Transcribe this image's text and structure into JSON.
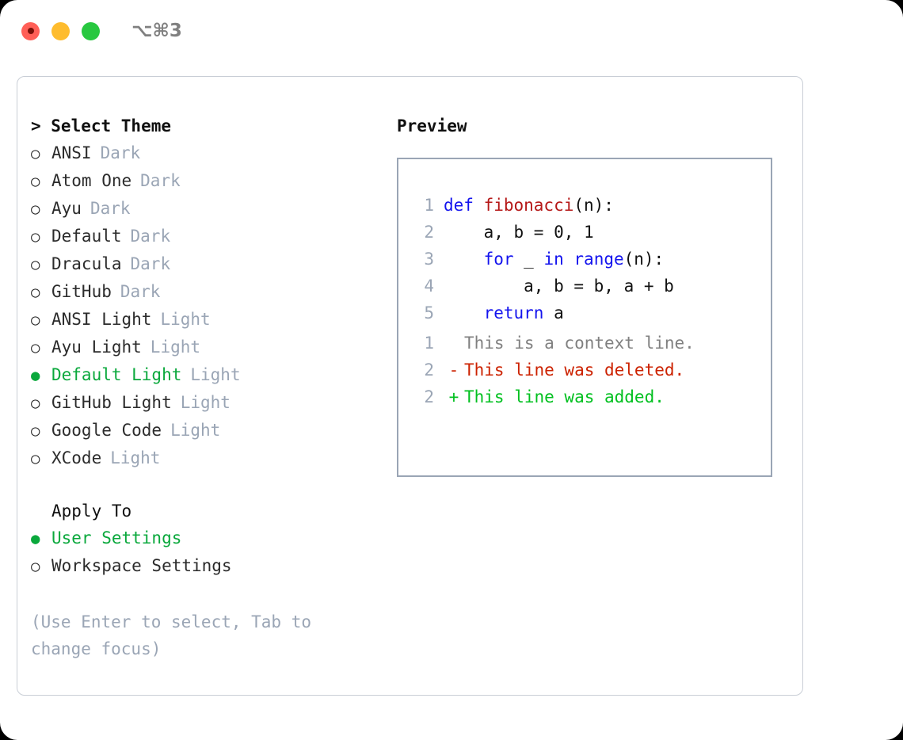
{
  "window": {
    "shortcut": "⌥⌘3",
    "traffic_lights": [
      "close",
      "minimize",
      "maximize"
    ],
    "colors": {
      "close": "#ff5f57",
      "minimize": "#febc2e",
      "maximize": "#28c840",
      "accent_green": "#0aa83c",
      "muted": "#9aa5b5",
      "keyword_blue": "#1414ee",
      "function_red": "#b51717",
      "diff_delete": "#cc2200",
      "diff_add": "#00c01f"
    }
  },
  "theme_panel": {
    "header": "> Select Theme",
    "items": [
      {
        "marker": "○",
        "label": "ANSI",
        "tag": "Dark",
        "selected": false
      },
      {
        "marker": "○",
        "label": "Atom One",
        "tag": "Dark",
        "selected": false
      },
      {
        "marker": "○",
        "label": "Ayu",
        "tag": "Dark",
        "selected": false
      },
      {
        "marker": "○",
        "label": "Default",
        "tag": "Dark",
        "selected": false
      },
      {
        "marker": "○",
        "label": "Dracula",
        "tag": "Dark",
        "selected": false
      },
      {
        "marker": "○",
        "label": "GitHub",
        "tag": "Dark",
        "selected": false
      },
      {
        "marker": "○",
        "label": "ANSI Light",
        "tag": "Light",
        "selected": false
      },
      {
        "marker": "○",
        "label": "Ayu Light",
        "tag": "Light",
        "selected": false
      },
      {
        "marker": "●",
        "label": "Default Light",
        "tag": "Light",
        "selected": true
      },
      {
        "marker": "○",
        "label": "GitHub Light",
        "tag": "Light",
        "selected": false
      },
      {
        "marker": "○",
        "label": "Google Code",
        "tag": "Light",
        "selected": false
      },
      {
        "marker": "○",
        "label": "XCode",
        "tag": "Light",
        "selected": false
      }
    ]
  },
  "apply_to": {
    "header": "Apply To",
    "items": [
      {
        "marker": "●",
        "label": "User Settings",
        "selected": true
      },
      {
        "marker": "○",
        "label": "Workspace Settings",
        "selected": false
      }
    ]
  },
  "hint": "(Use Enter to select, Tab to change focus)",
  "preview": {
    "title": "Preview",
    "code_lines": [
      {
        "lineno": "1",
        "tokens": [
          {
            "text": "def ",
            "type": "kw"
          },
          {
            "text": "fibonacci",
            "type": "fn"
          },
          {
            "text": "(n):",
            "type": "plain"
          }
        ]
      },
      {
        "lineno": "2",
        "tokens": [
          {
            "text": "    a, b = 0, 1",
            "type": "plain"
          }
        ]
      },
      {
        "lineno": "3",
        "tokens": [
          {
            "text": "    ",
            "type": "plain"
          },
          {
            "text": "for",
            "type": "kw"
          },
          {
            "text": " _ ",
            "type": "plain"
          },
          {
            "text": "in",
            "type": "kw"
          },
          {
            "text": " ",
            "type": "plain"
          },
          {
            "text": "range",
            "type": "kw"
          },
          {
            "text": "(n):",
            "type": "plain"
          }
        ]
      },
      {
        "lineno": "4",
        "tokens": [
          {
            "text": "        a, b = b, a + b",
            "type": "plain"
          }
        ]
      },
      {
        "lineno": "5",
        "tokens": [
          {
            "text": "    ",
            "type": "plain"
          },
          {
            "text": "return",
            "type": "kw"
          },
          {
            "text": " a",
            "type": "plain"
          }
        ]
      }
    ],
    "diff_lines": [
      {
        "lineno": "1",
        "mark": " ",
        "text": "This is a context line.",
        "kind": "ctx"
      },
      {
        "lineno": "2",
        "mark": "-",
        "text": "This line was deleted.",
        "kind": "del"
      },
      {
        "lineno": "2",
        "mark": "+",
        "text": "This line was added.",
        "kind": "add"
      }
    ]
  }
}
